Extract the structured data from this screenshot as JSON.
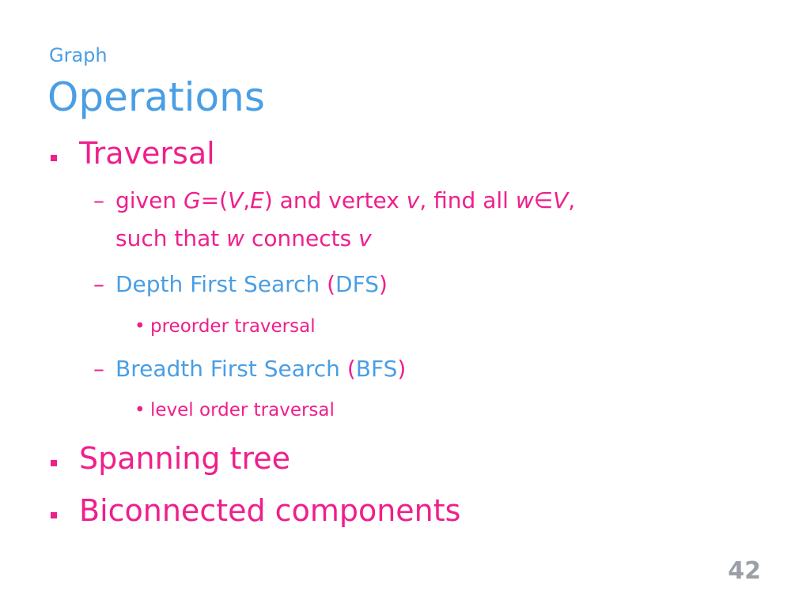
{
  "slide": {
    "subtitle": "Graph",
    "title": "Operations",
    "page_number": "42",
    "colors": {
      "accent_blue": "#4a9ee4",
      "accent_pink": "#ef1f8c",
      "page_number": "#9aa0a6"
    }
  },
  "bullets": {
    "traversal": "Traversal",
    "spanning_tree": "Spanning tree",
    "biconnected": "Biconnected components"
  },
  "traversal": {
    "dash": "–",
    "definition": {
      "t1": "given ",
      "t2": "G",
      "t3": "=(",
      "t4": "V",
      "t5": ",",
      "t6": "E",
      "t7": ") and vertex ",
      "t8": "v",
      "t9": ", find all ",
      "t10": "w",
      "t11": "∈",
      "t12": "V",
      "t13": ",",
      "line2_t1": "such that ",
      "line2_t2": "w",
      "line2_t3": " connects ",
      "line2_t4": "v"
    },
    "dfs": {
      "label": "Depth First Search ",
      "paren_open": "(",
      "abbr": "DFS",
      "paren_close": ")",
      "sub": "preorder traversal"
    },
    "bfs": {
      "label": "Breadth First Search ",
      "paren_open": "(",
      "abbr": "BFS",
      "paren_close": ")",
      "sub": "level order traversal"
    },
    "dot": "•"
  }
}
